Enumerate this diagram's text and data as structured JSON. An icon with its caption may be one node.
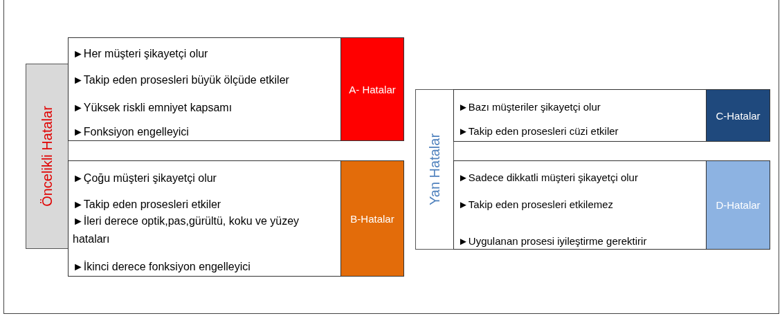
{
  "diagram": {
    "nodes": [
      {
        "text": [
          "Öncelikli Hatalar"
        ]
      },
      {
        "text": [
          "►Her müşteri şikayetçi olur",
          "►Takip eden prosesleri büyük ölçüde etkiler",
          "►Yüksek riskli emniyet kapsamı",
          "►Fonksiyon engelleyici"
        ]
      },
      {
        "text": [
          "A- Hatalar"
        ],
        "in": 1
      },
      {
        "text": [
          "►Çoğu müşteri şikayetçi olur",
          "►Takip eden prosesleri etkiler",
          "►İleri derece optik,pas,gürültü, koku ve yüzey hataları",
          "►İkinci derece fonksiyon engelleyici"
        ]
      },
      {
        "text": [
          "B-Hatalar"
        ],
        "in": 3
      },
      {
        "text": [
          "Yan Hatalar"
        ]
      },
      {
        "text": [
          "►Bazı müşteriler şikayetçi olur",
          "►Takip eden prosesleri cüzi etkiler"
        ]
      },
      {
        "text": [
          "C-Hatalar"
        ],
        "in": 6
      },
      {
        "text": [
          "►Sadece dikkatli müşteri şikayetçi olur",
          "►Takip eden prosesleri etkilemez",
          "►Uygulanan prosesi iyileştirme gerektirir"
        ]
      },
      {
        "text": [
          "D-Hatalar"
        ],
        "in": 8
      }
    ]
  }
}
